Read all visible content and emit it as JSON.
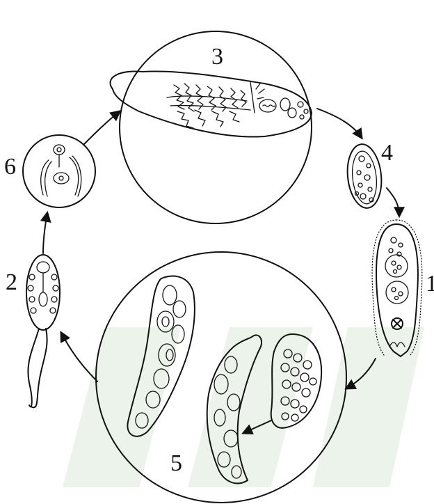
{
  "diagram": {
    "labels": {
      "adult_fluke": "3",
      "egg": "4",
      "miracidium": "1",
      "sporocyst_redia": "5",
      "cercaria": "2",
      "metacercaria": "6"
    }
  }
}
